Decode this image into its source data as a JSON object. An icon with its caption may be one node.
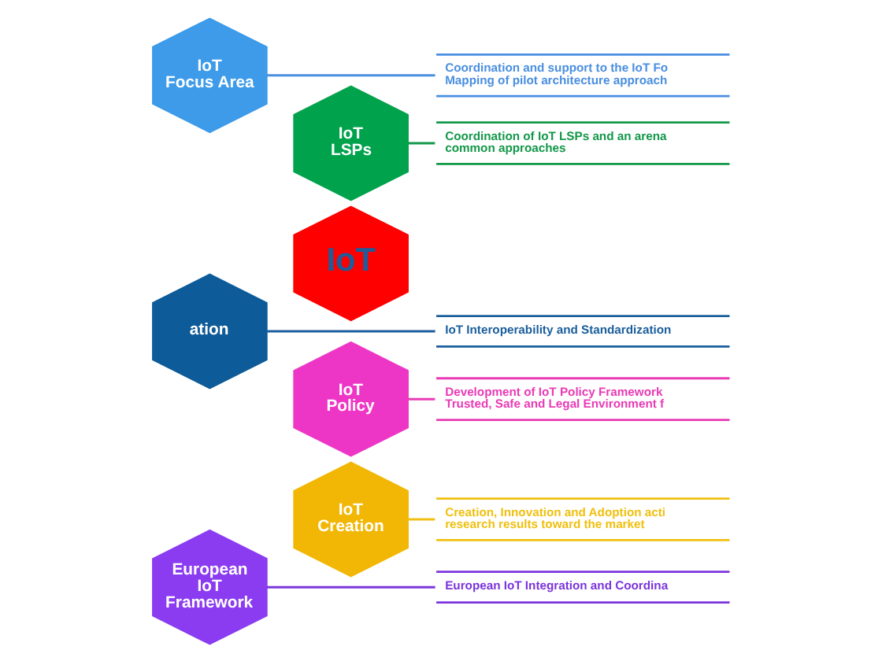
{
  "diagram": {
    "nodes": [
      {
        "text": [
          "IoT Focus Area"
        ]
      },
      {
        "text": [
          "IoT LSPs"
        ]
      },
      {
        "text": [
          "ation"
        ]
      },
      {
        "text": [
          "IoT"
        ]
      },
      {
        "text": [
          "IoT Policy"
        ]
      },
      {
        "text": [
          "European IoT Framework"
        ]
      },
      {
        "text": [
          "IoT Creation"
        ]
      },
      {
        "text": [
          "Coordination and support to the IoT Fo Mapping of pilot architecture approach"
        ]
      },
      {
        "text": [
          "Coordination of IoT LSPs and an arena common approaches"
        ]
      },
      {
        "text": [
          "IoT Interoperability and Standardization"
        ]
      },
      {
        "text": [
          "Development of IoT Policy Framework Trusted, Safe and Legal Environment f"
        ]
      },
      {
        "text": [
          "Creation, Innovation and Adoption acti research results toward the market"
        ]
      },
      {
        "text": [
          "European IoT Integration and Coordina"
        ]
      }
    ],
    "edges": [
      {
        "from": 0,
        "to": 7,
        "arrow": "none",
        "color": "#4a8fe0"
      },
      {
        "from": 1,
        "to": 8,
        "arrow": "none",
        "color": "#14984a"
      },
      {
        "from": 2,
        "to": 9,
        "arrow": "none",
        "color": "#1a5e9c"
      },
      {
        "from": 4,
        "to": 10,
        "arrow": "none",
        "color": "#e93bb5"
      },
      {
        "from": 6,
        "to": 11,
        "arrow": "none",
        "color": "#f0c010"
      },
      {
        "from": 5,
        "to": 12,
        "arrow": "none",
        "color": "#7b35dc"
      }
    ]
  }
}
